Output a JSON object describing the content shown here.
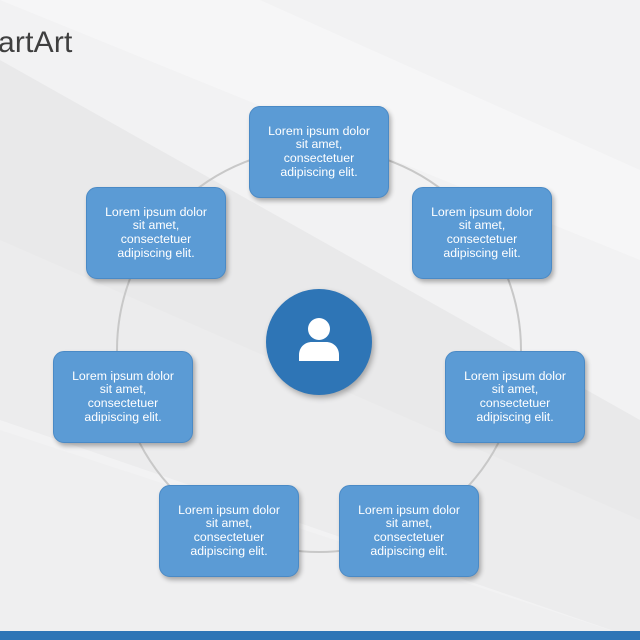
{
  "slide": {
    "title": "artArt"
  },
  "diagram": {
    "hub_icon": "user-icon",
    "colors": {
      "node_fill": "#5b9bd5",
      "hub_fill": "#2e75b6",
      "ring_stroke": "#c8c8c8",
      "footer": "#2e75b6"
    },
    "nodes": [
      {
        "line1": "Lorem ipsum dolor",
        "line2": "sit amet,",
        "line3": "consectetuer",
        "line4": "adipiscing elit."
      },
      {
        "line1": "Lorem ipsum dolor",
        "line2": "sit amet,",
        "line3": "consectetuer",
        "line4": "adipiscing elit."
      },
      {
        "line1": "Lorem ipsum dolor",
        "line2": "sit amet,",
        "line3": "consectetuer",
        "line4": "adipiscing elit."
      },
      {
        "line1": "Lorem ipsum dolor",
        "line2": "sit amet,",
        "line3": "consectetuer",
        "line4": "adipiscing elit."
      },
      {
        "line1": "Lorem ipsum dolor",
        "line2": "sit amet,",
        "line3": "consectetuer",
        "line4": "adipiscing elit."
      },
      {
        "line1": "Lorem ipsum dolor",
        "line2": "sit amet,",
        "line3": "consectetuer",
        "line4": "adipiscing elit."
      },
      {
        "line1": "Lorem ipsum dolor",
        "line2": "sit amet,",
        "line3": "consectetuer",
        "line4": "adipiscing elit."
      }
    ]
  }
}
